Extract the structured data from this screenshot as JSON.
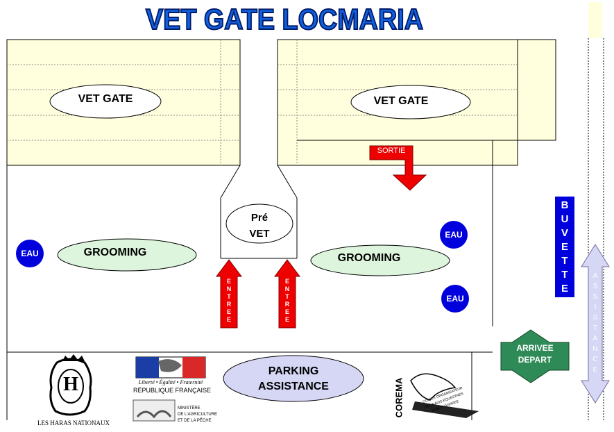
{
  "title": "VET GATE LOCMARIA",
  "zones": {
    "vet_gate_left": "VET GATE",
    "vet_gate_right": "VET GATE",
    "pre_vet_line1": "Pré",
    "pre_vet_line2": "VET",
    "grooming_left": "GROOMING",
    "grooming_right": "GROOMING",
    "parking_line1": "PARKING",
    "parking_line2": "ASSISTANCE"
  },
  "water": {
    "left": "EAU",
    "right_top": "EAU",
    "right_bottom": "EAU"
  },
  "arrows": {
    "sortie": "SORTIE",
    "entree_left": "ENTREE",
    "entree_right": "ENTREE",
    "arrivee_line1": "ARRIVEE",
    "arrivee_line2": "DEPART",
    "assistance": "ASSISTANCE"
  },
  "buvette": "BUVETTE",
  "logos": {
    "haras_letter": "H",
    "haras": "LES HARAS NATIONAUX",
    "republique_motto": "Liberté • Égalité • Fraternité",
    "republique": "RÉPUBLIQUE FRANÇAISE",
    "ministere_line1": "MINISTÈRE",
    "ministere_line2": "DE L'AGRICULTURE",
    "ministere_line3": "ET DE LA PÊCHE",
    "corema": "COREMA",
    "corema_sub1": "COMITE ORGANISATEUR",
    "corema_sub2": "DES RAIDS EQUESTRES",
    "corema_sub3": "MONTS D'ARREE"
  },
  "colors": {
    "paddock": "#FFFFDD",
    "grooming": "#DDF5DD",
    "parking": "#D6D6F5",
    "water": "#0000DD",
    "red_arrow": "#EE0000",
    "green_arrow": "#2E8B57",
    "assistance_arrow": "#D6D6F5",
    "buvette": "#0000DD",
    "title_fill": "#1060E0"
  }
}
